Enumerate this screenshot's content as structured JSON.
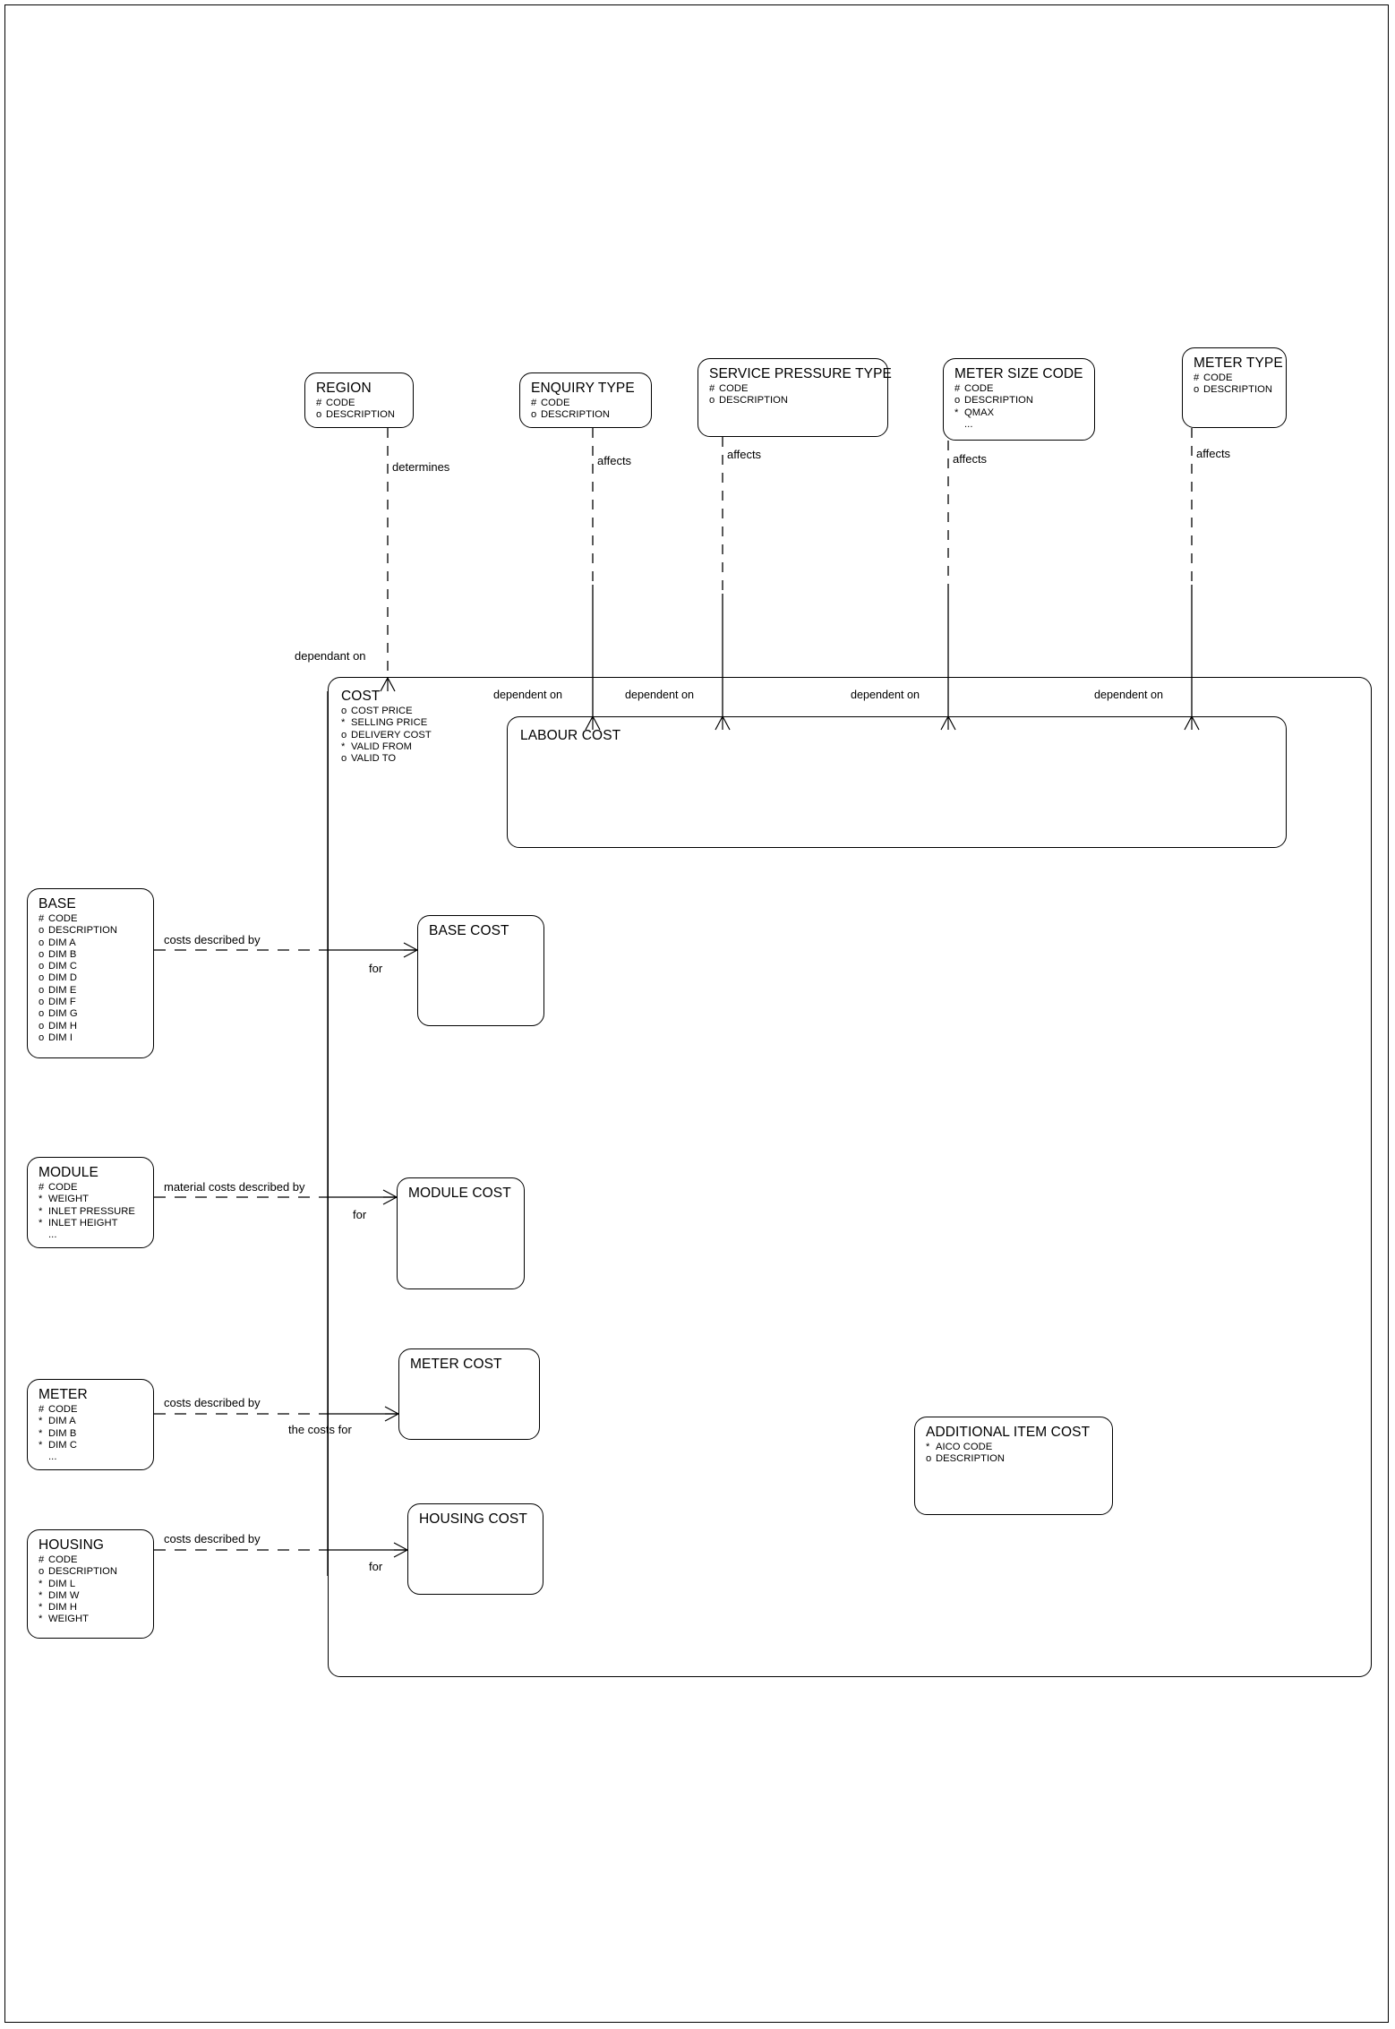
{
  "diagram": {
    "title": "Cost Entity Relationship Diagram",
    "type": "entity-relationship",
    "line_color": "#000000",
    "background_color": "#ffffff"
  },
  "entities": {
    "region": {
      "name": "REGION",
      "attrs": [
        {
          "mark": "#",
          "label": "CODE"
        },
        {
          "mark": "o",
          "label": "DESCRIPTION"
        }
      ]
    },
    "enquiry_type": {
      "name": "ENQUIRY TYPE",
      "attrs": [
        {
          "mark": "#",
          "label": "CODE"
        },
        {
          "mark": "o",
          "label": "DESCRIPTION"
        }
      ]
    },
    "service_pressure_type": {
      "name": "SERVICE PRESSURE TYPE",
      "attrs": [
        {
          "mark": "#",
          "label": "CODE"
        },
        {
          "mark": "o",
          "label": "DESCRIPTION"
        }
      ]
    },
    "meter_size_code": {
      "name": "METER SIZE CODE",
      "attrs": [
        {
          "mark": "#",
          "label": "CODE"
        },
        {
          "mark": "o",
          "label": "DESCRIPTION"
        },
        {
          "mark": "*",
          "label": "QMAX"
        },
        {
          "mark": "",
          "label": "..."
        }
      ]
    },
    "meter_type": {
      "name": "METER TYPE",
      "attrs": [
        {
          "mark": "#",
          "label": "CODE"
        },
        {
          "mark": "o",
          "label": "DESCRIPTION"
        }
      ]
    },
    "cost": {
      "name": "COST",
      "attrs": [
        {
          "mark": "o",
          "label": "COST PRICE"
        },
        {
          "mark": "*",
          "label": "SELLING PRICE"
        },
        {
          "mark": "o",
          "label": "DELIVERY COST"
        },
        {
          "mark": "*",
          "label": "VALID FROM"
        },
        {
          "mark": "o",
          "label": "VALID TO"
        }
      ]
    },
    "labour_cost": {
      "name": "LABOUR COST",
      "attrs": []
    },
    "base": {
      "name": "BASE",
      "attrs": [
        {
          "mark": "#",
          "label": "CODE"
        },
        {
          "mark": "o",
          "label": "DESCRIPTION"
        },
        {
          "mark": "o",
          "label": "DIM A"
        },
        {
          "mark": "o",
          "label": "DIM B"
        },
        {
          "mark": "o",
          "label": "DIM C"
        },
        {
          "mark": "o",
          "label": "DIM D"
        },
        {
          "mark": "o",
          "label": "DIM E"
        },
        {
          "mark": "o",
          "label": "DIM F"
        },
        {
          "mark": "o",
          "label": "DIM G"
        },
        {
          "mark": "o",
          "label": "DIM H"
        },
        {
          "mark": "o",
          "label": "DIM I"
        }
      ]
    },
    "base_cost": {
      "name": "BASE COST",
      "attrs": []
    },
    "module": {
      "name": "MODULE",
      "attrs": [
        {
          "mark": "#",
          "label": "CODE"
        },
        {
          "mark": "*",
          "label": "WEIGHT"
        },
        {
          "mark": "*",
          "label": "INLET PRESSURE"
        },
        {
          "mark": "*",
          "label": "INLET HEIGHT"
        },
        {
          "mark": "",
          "label": "..."
        }
      ]
    },
    "module_cost": {
      "name": "MODULE COST",
      "attrs": []
    },
    "meter": {
      "name": "METER",
      "attrs": [
        {
          "mark": "#",
          "label": "CODE"
        },
        {
          "mark": "*",
          "label": "DIM A"
        },
        {
          "mark": "*",
          "label": "DIM B"
        },
        {
          "mark": "*",
          "label": "DIM C"
        },
        {
          "mark": "",
          "label": "..."
        }
      ]
    },
    "meter_cost": {
      "name": "METER COST",
      "attrs": []
    },
    "housing": {
      "name": "HOUSING",
      "attrs": [
        {
          "mark": "#",
          "label": "CODE"
        },
        {
          "mark": "o",
          "label": "DESCRIPTION"
        },
        {
          "mark": "*",
          "label": "DIM L"
        },
        {
          "mark": "*",
          "label": "DIM W"
        },
        {
          "mark": "*",
          "label": "DIM H"
        },
        {
          "mark": "*",
          "label": "WEIGHT"
        }
      ]
    },
    "housing_cost": {
      "name": "HOUSING COST",
      "attrs": []
    },
    "additional_item_cost": {
      "name": "ADDITIONAL ITEM COST",
      "attrs": [
        {
          "mark": "*",
          "label": "AICO CODE"
        },
        {
          "mark": "o",
          "label": "DESCRIPTION"
        }
      ]
    }
  },
  "relationships": {
    "region_determines": "determines",
    "enquiry_affects": "affects",
    "service_pressure_affects": "affects",
    "meter_size_affects": "affects",
    "meter_type_affects": "affects",
    "cost_dependant_on": "dependant on",
    "labour_dependent_on_1": "dependent on",
    "labour_dependent_on_2": "dependent on",
    "labour_dependent_on_3": "dependent on",
    "labour_dependent_on_4": "dependent on",
    "base_costs_described_by": "costs described by",
    "base_for": "for",
    "module_material_costs_described_by": "material costs described by",
    "module_for": "for",
    "meter_costs_described_by": "costs described by",
    "meter_the_costs_for": "the costs for",
    "housing_costs_described_by": "costs described by",
    "housing_for": "for"
  }
}
